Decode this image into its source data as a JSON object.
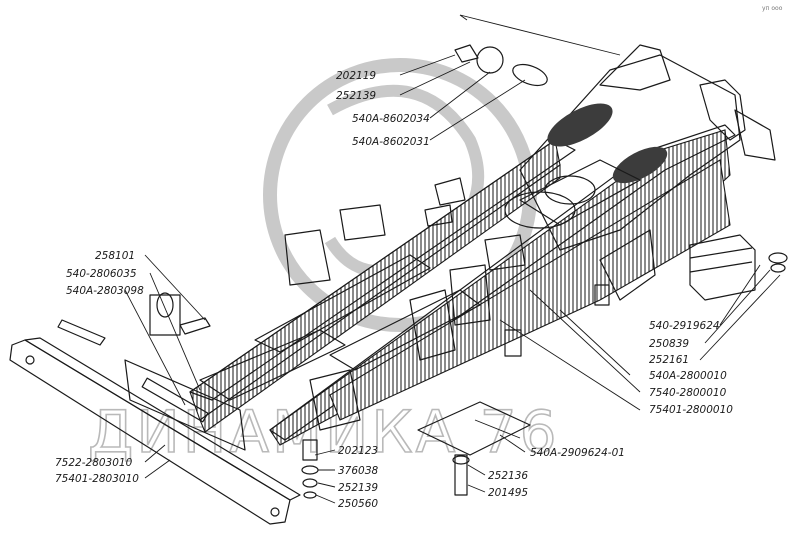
{
  "corner_mark": "уп ооо",
  "watermark": "ДИНАМИКА 76",
  "labels_top": [
    "202119",
    "252139",
    "540А-8602034",
    "540А-8602031"
  ],
  "labels_left": [
    "258101",
    "540-2806035",
    "540А-2803098"
  ],
  "labels_right": [
    "540-2919624",
    "250839",
    "252161",
    "540А-2800010",
    "7540-2800010",
    "75401-2800010"
  ],
  "labels_bottom": [
    "202123",
    "3760З8",
    "252139",
    "250560",
    "540А-2909624-01",
    "252136",
    "201495"
  ],
  "labels_front": [
    "7522-2803010",
    "75401-2803010"
  ]
}
